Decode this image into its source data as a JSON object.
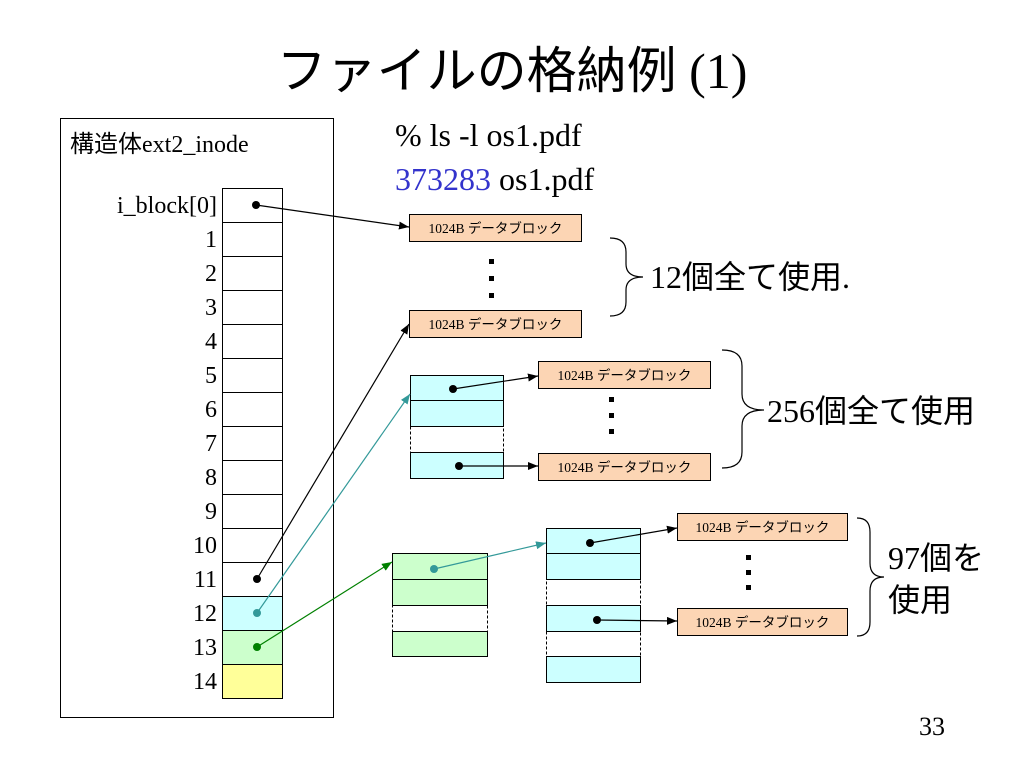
{
  "slide": {
    "title": "ファイルの格納例 (1)",
    "page_number": "33"
  },
  "inode": {
    "label": "構造体ext2_inode",
    "i_block_labels": [
      "i_block[0]",
      "1",
      "2",
      "3",
      "4",
      "5",
      "6",
      "7",
      "8",
      "9",
      "10",
      "11",
      "12",
      "13",
      "14"
    ]
  },
  "command": {
    "line": "% ls -l os1.pdf",
    "size": "373283",
    "filename": "os1.pdf"
  },
  "direct_blocks": {
    "blocks": [
      "1024B データブロック",
      "1024B データブロック"
    ],
    "summary": "12個全て使用."
  },
  "single_indirect": {
    "blocks": [
      "1024B データブロック",
      "1024B データブロック"
    ],
    "summary": "256個全て使用"
  },
  "double_indirect": {
    "blocks": [
      "1024B データブロック",
      "1024B データブロック"
    ],
    "summary_lines": [
      "97個を",
      "使用"
    ]
  },
  "colors": {
    "data_block": "#fcd5b4",
    "single_indirect": "#ccffff",
    "double_indirect": "#ccffcc",
    "triple_indirect": "#ffff99",
    "size_text": "#3333cc",
    "single_indirect_pointer": "#339999",
    "double_indirect_pointer": "#008000"
  }
}
